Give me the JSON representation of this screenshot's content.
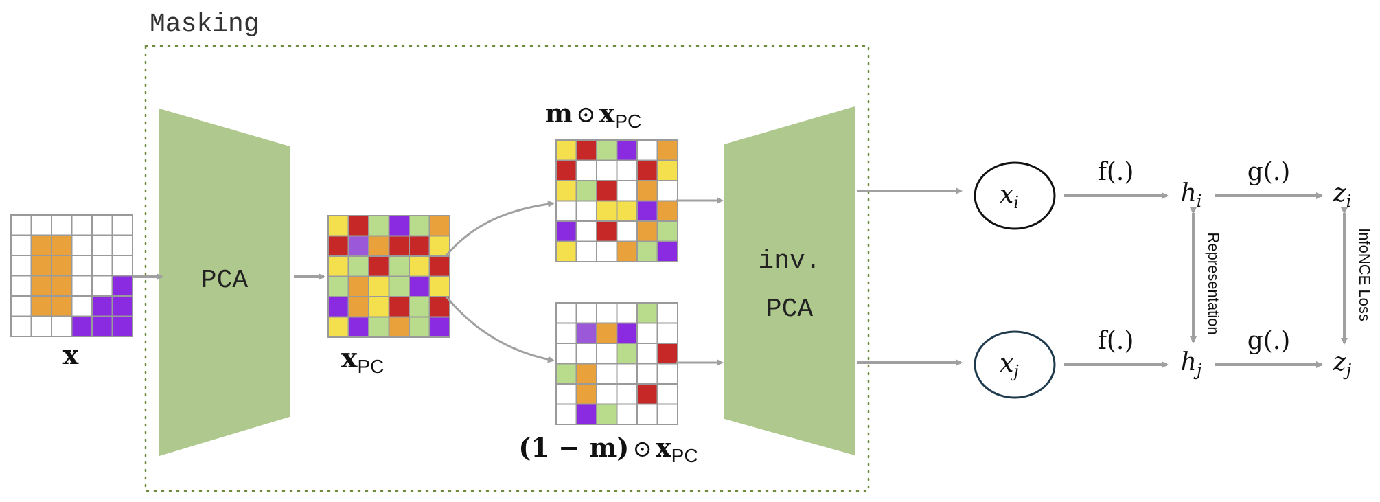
{
  "colors": {
    "orange": "#E9A23B",
    "purple": "#8A2BE2",
    "purple_light": "#9B59D9",
    "red": "#C62828",
    "yellow": "#F4E04D",
    "green_light": "#B8DC8C",
    "white": "#FFFFFF",
    "grid_line": "#9A9A9A",
    "pca_fill": "#AFC88E",
    "arrow": "#A0A0A0",
    "mask_border": "#6E8B3D"
  },
  "labels": {
    "masking": "Masking",
    "pca": "PCA",
    "inv_pca_line1": "inv.",
    "inv_pca_line2": "PCA",
    "x": "x",
    "x_pc_base": "x",
    "x_pc_sub": "PC",
    "masked_top_m": "m",
    "odot": "⊙",
    "masked_bottom_prefix": "(1 − m)",
    "xi_base": "x",
    "xi_sub": "i",
    "xj_base": "x",
    "xj_sub": "j",
    "f": "f(.)",
    "g": "g(.)",
    "hi_base": "h",
    "hi_sub": "i",
    "hj_base": "h",
    "hj_sub": "j",
    "zi_base": "z",
    "zi_sub": "i",
    "zj_base": "z",
    "zj_sub": "j",
    "representation": "Representation",
    "infonce": "InfoNCE Loss"
  },
  "grids": {
    "input_x": [
      "WWWWWW",
      "WOOWWW",
      "WOOWWW",
      "WOOWWP",
      "WOOWPP",
      "WWWPPP"
    ],
    "x_pc": [
      "YRGPGO",
      "RLORRY",
      "YGRGYR",
      "GOYGPY",
      "POYRGR",
      "YPGOGP"
    ],
    "masked_top": [
      "YRGPWO",
      "RWWWRY",
      "YGRWOW",
      "WWYYPO",
      "PWRWOG",
      "YWWOGP"
    ],
    "masked_bottom": [
      "WWWWGW",
      "WLOPWW",
      "WWWGWR",
      "GOWWWW",
      "WOWWRW",
      "WPGWWW"
    ]
  }
}
